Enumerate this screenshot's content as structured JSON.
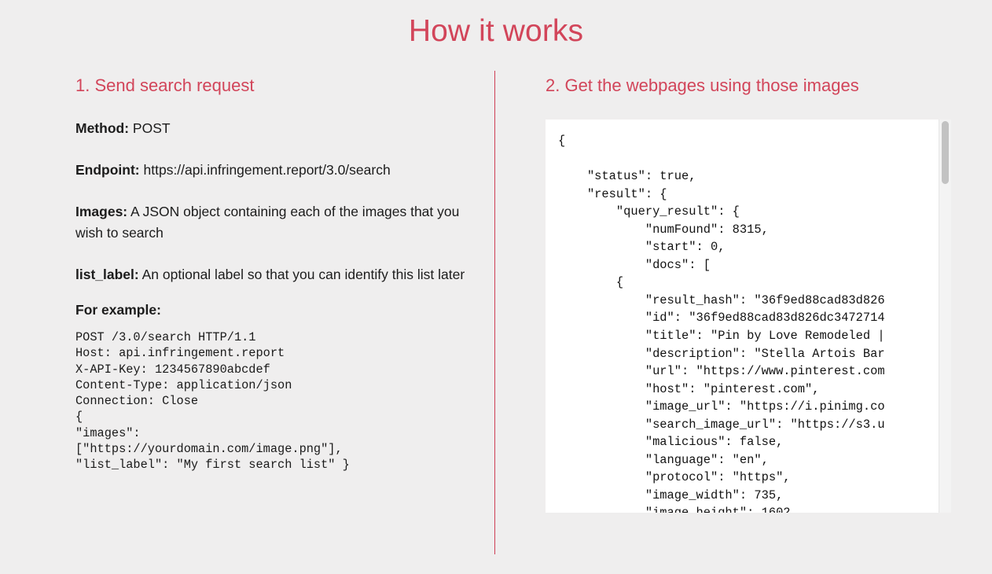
{
  "page": {
    "title": "How it works",
    "accent_color": "#d2455a",
    "background_color": "#efeeee"
  },
  "left_column": {
    "heading": "1. Send search request",
    "fields": [
      {
        "label": "Method:",
        "value": " POST"
      },
      {
        "label": "Endpoint:",
        "value": " https://api.infringement.report/3.0/search"
      },
      {
        "label": "Images:",
        "value": " A JSON object containing each of the images that you wish to search"
      },
      {
        "label": "list_label:",
        "value": " An optional label so that you can identify this list later"
      }
    ],
    "example_label": "For example:",
    "example_code": "POST /3.0/search HTTP/1.1\nHost: api.infringement.report\nX-API-Key: 1234567890abcdef\nContent-Type: application/json\nConnection: Close\n{\n\"images\":\n[\"https://yourdomain.com/image.png\"],\n\"list_label\": \"My first search list\" }"
  },
  "right_column": {
    "heading": "2. Get the webpages using those images",
    "response_code": "{\n\n    \"status\": true,\n    \"result\": {\n        \"query_result\": {\n            \"numFound\": 8315,\n            \"start\": 0,\n            \"docs\": [\n        {\n            \"result_hash\": \"36f9ed88cad83d826\n            \"id\": \"36f9ed88cad83d826dc3472714\n            \"title\": \"Pin by Love Remodeled |\n            \"description\": \"Stella Artois Bar\n            \"url\": \"https://www.pinterest.com\n            \"host\": \"pinterest.com\",\n            \"image_url\": \"https://i.pinimg.co\n            \"search_image_url\": \"https://s3.u\n            \"malicious\": false,\n            \"language\": \"en\",\n            \"protocol\": \"https\",\n            \"image_width\": 735,\n            \"image_height\": 1602",
    "scrollbar": {
      "orientation": "vertical",
      "thumb_position": "top"
    }
  }
}
